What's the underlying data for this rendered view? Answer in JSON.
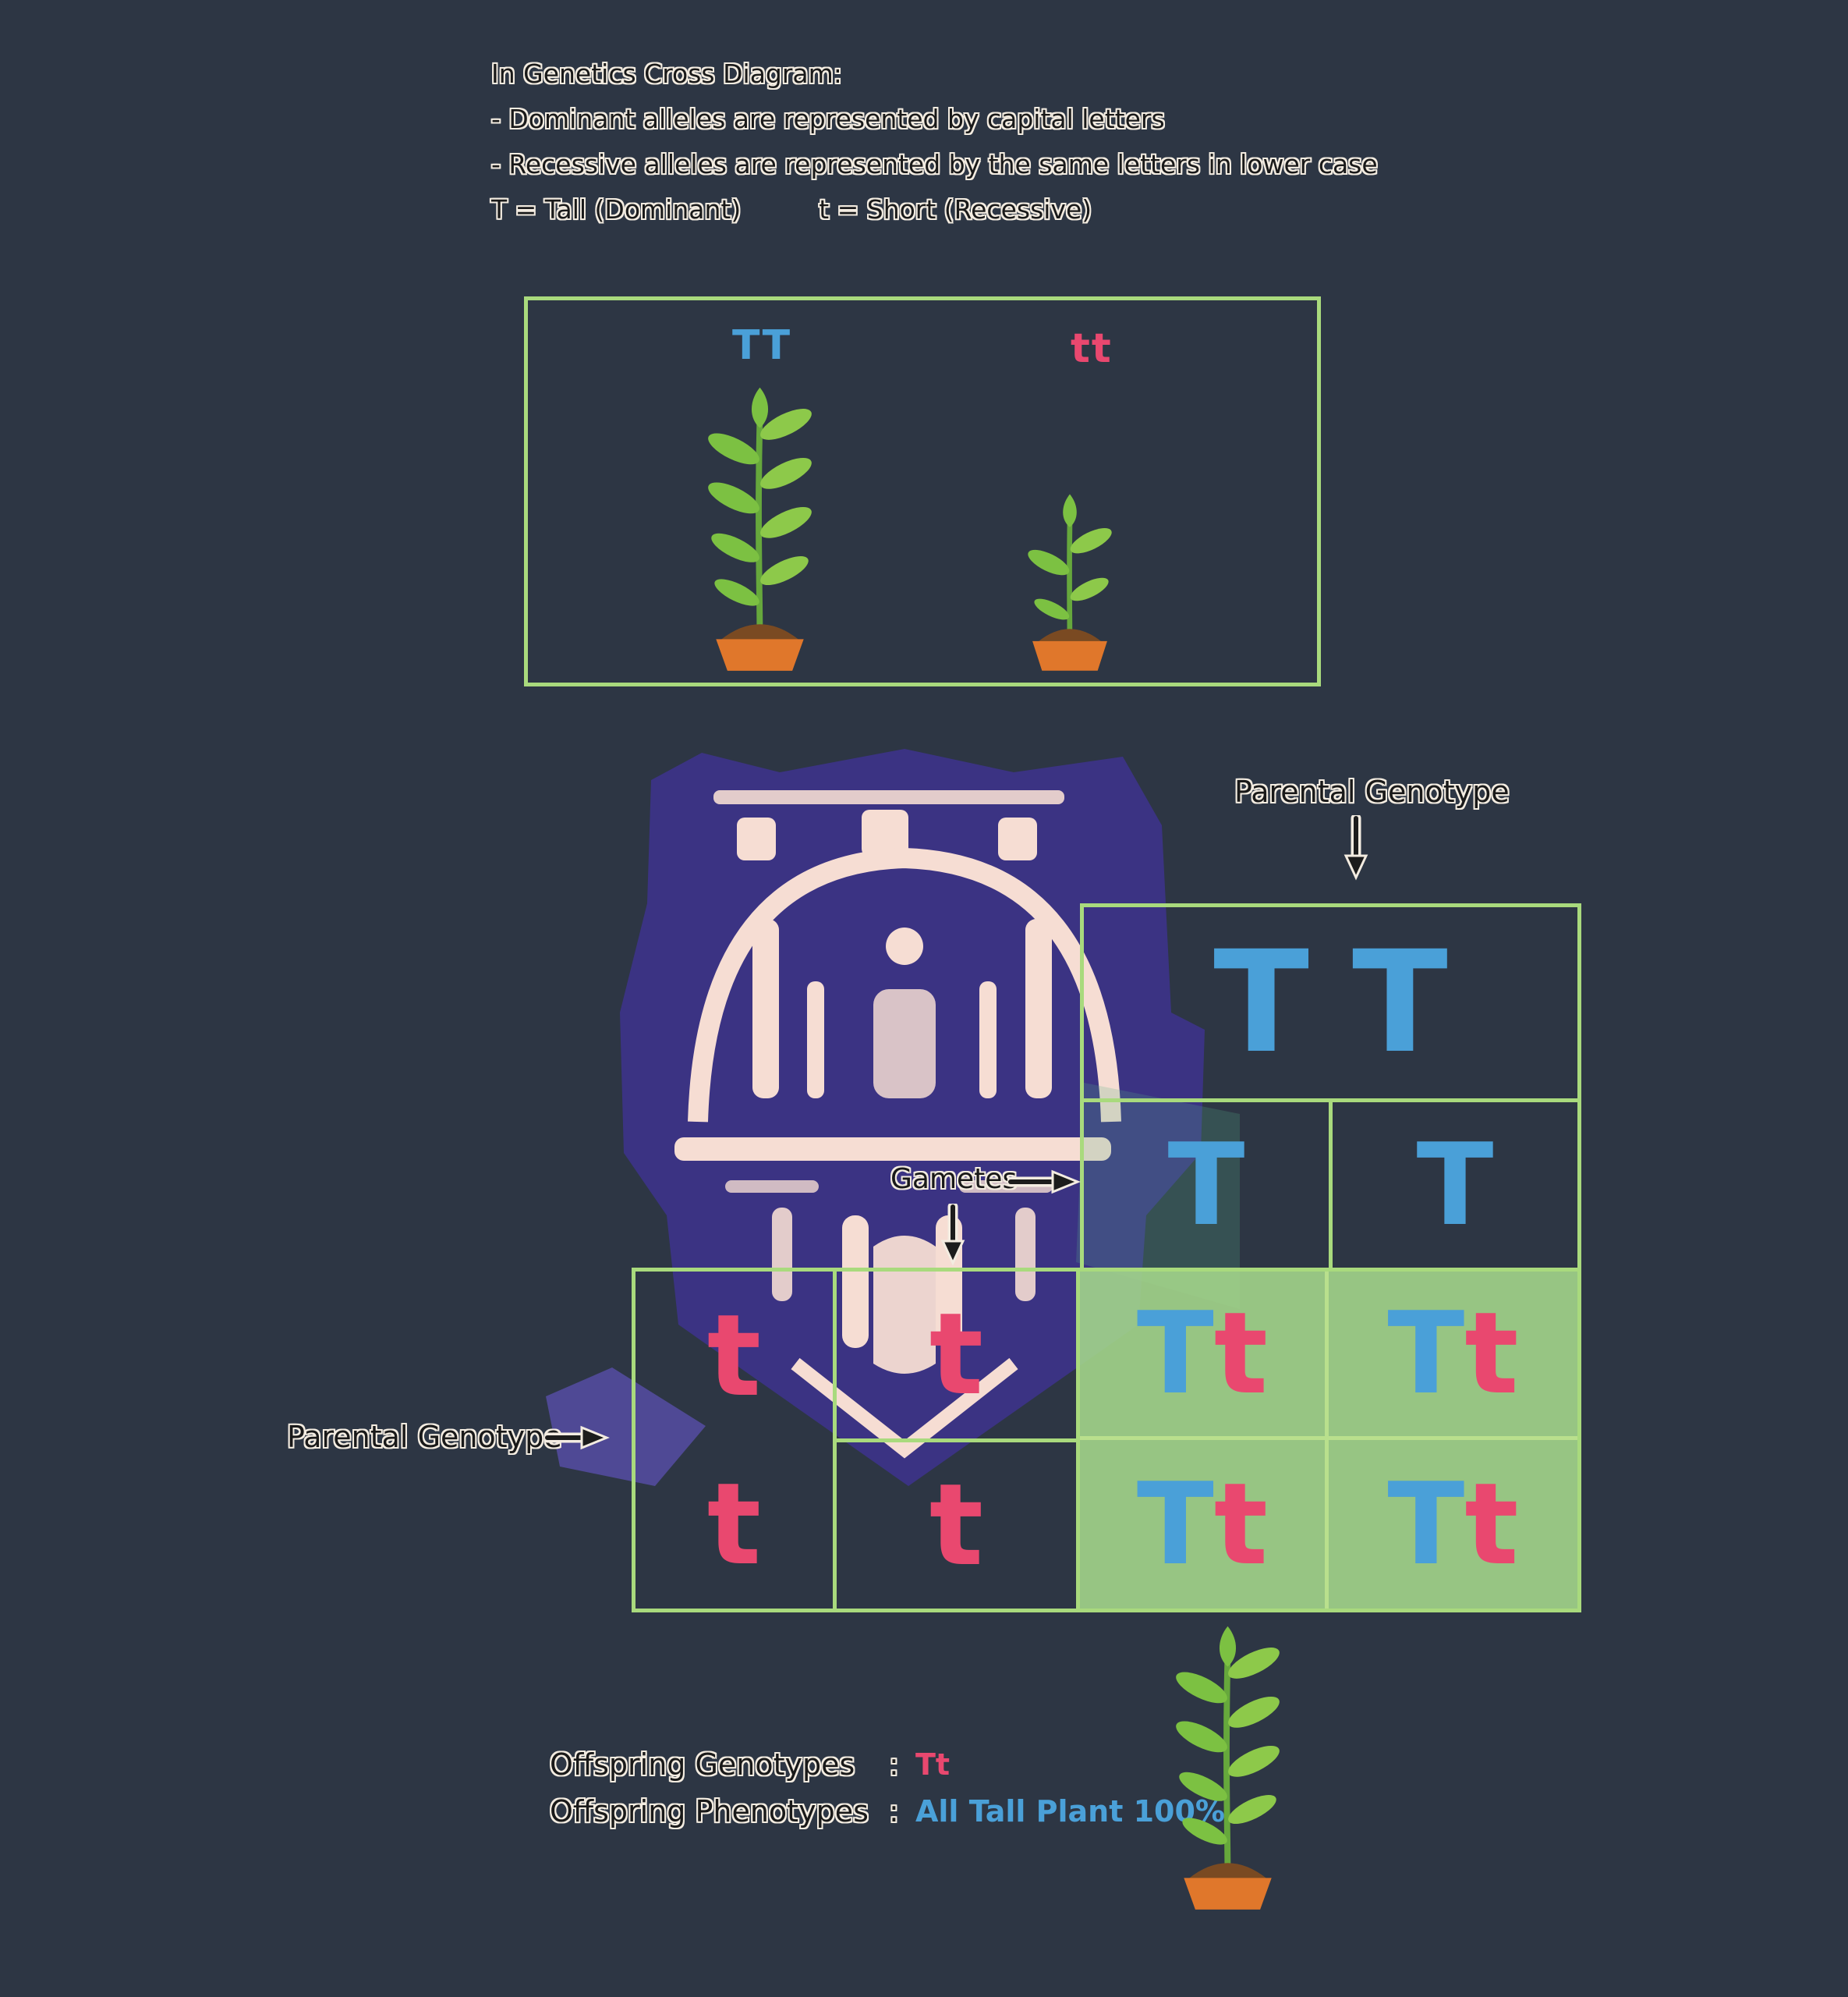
{
  "title": "Genetics Cross Diagram",
  "colors": {
    "background": "#2d3644",
    "panel_border_green": "#a9da7d",
    "offspring_cell_green": "#a3d58b",
    "dominant_blue": "#4aa0d8",
    "recessive_pink": "#e9486f",
    "pot_orange": "#e0772b",
    "leaf_green": "#8dc94a",
    "watermark_purple": "#3b3383"
  },
  "intro": {
    "line1": "In Genetics Cross Diagram:",
    "line2": "- Dominant alleles are represented by capital letters",
    "line3": "- Recessive alleles are represented by the same letters in lower case",
    "line4_left": "T = Tall (Dominant)",
    "line4_right": "t = Short (Recessive)"
  },
  "parents": {
    "tall_label": "TT",
    "short_label": "tt"
  },
  "punnett": {
    "labels": {
      "parental_top": "Parental Genotype",
      "parental_left": "Parental Genotype",
      "gametes": "Gametes"
    },
    "top_parent": {
      "allele1": "T",
      "allele2": "T"
    },
    "top_gametes": [
      "T",
      "T"
    ],
    "left_parent": {
      "allele1": "t",
      "allele2": "t"
    },
    "left_gametes": [
      "t",
      "t"
    ],
    "offspring": [
      {
        "a": "T",
        "b": "t"
      },
      {
        "a": "T",
        "b": "t"
      },
      {
        "a": "T",
        "b": "t"
      },
      {
        "a": "T",
        "b": "t"
      }
    ]
  },
  "results": {
    "genotypes_label": "Offspring Genotypes",
    "colon": ":",
    "genotypes_value": "Tt",
    "phenotypes_label": "Offspring Phenotypes",
    "phenotypes_value": "All Tall Plant 100%"
  }
}
